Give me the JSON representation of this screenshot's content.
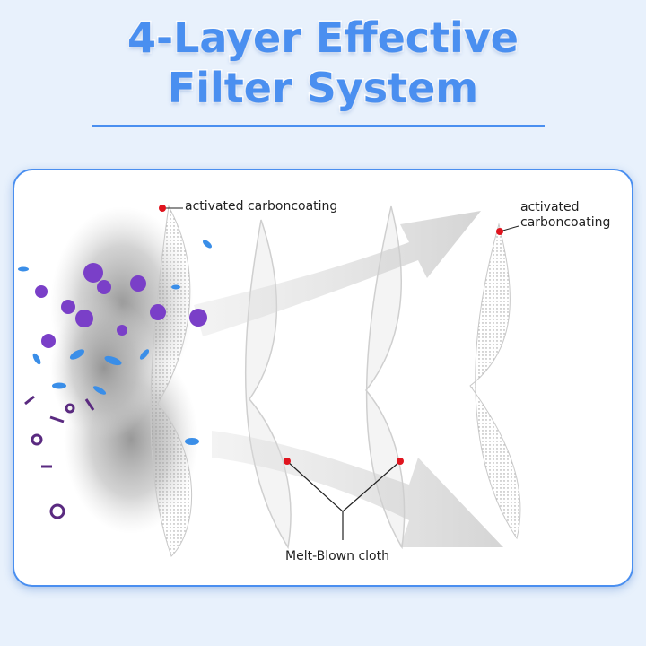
{
  "header": {
    "title_line1": "4-Layer Effective",
    "title_line2": "Filter System"
  },
  "diagram": {
    "label_carbon_left": "activated carboncoating",
    "label_carbon_right_line1": "activated",
    "label_carbon_right_line2": "carboncoating",
    "label_meltblown": "Melt-Blown cloth"
  },
  "colors": {
    "accent": "#4a8ff0",
    "marker": "#e0141e",
    "virus": "#7a3fc8",
    "particle_blue": "#3a8ee8"
  }
}
